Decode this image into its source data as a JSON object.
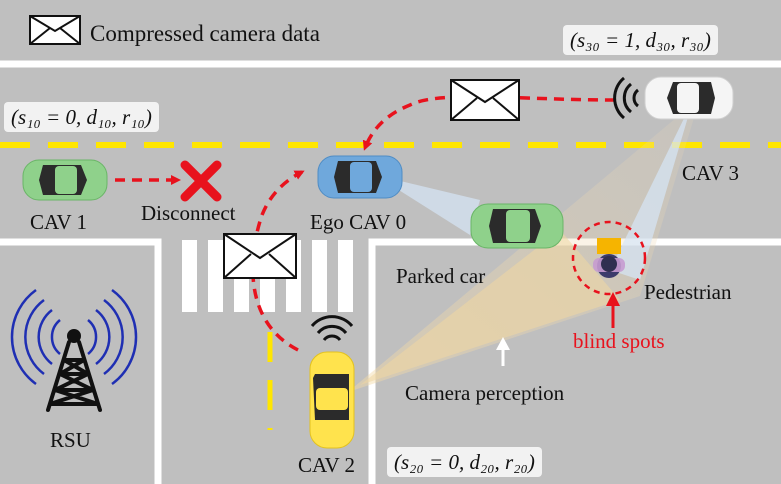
{
  "legend": {
    "text": "Compressed camera data",
    "icon": "envelope-icon"
  },
  "states": {
    "cav3": "(s₃₀ = 1, d₃₀, r₃₀)",
    "cav1": "(s₁₀ = 0, d₁₀, r₁₀)",
    "cav2": "(s₂₀ = 0, d₂₀, r₂₀)"
  },
  "labels": {
    "cav1": "CAV 1",
    "disconnect": "Disconnect",
    "ego": "Ego CAV 0",
    "cav3": "CAV 3",
    "parked": "Parked car",
    "pedestrian": "Pedestrian",
    "blind_spots": "blind spots",
    "camera_perception": "Camera perception",
    "rsu": "RSU",
    "cav2": "CAV 2"
  },
  "colors": {
    "road": "#bfbfbf",
    "lane_yellow": "#ffe600",
    "arrow_red": "#e8121d",
    "ego_car": "#6fa8dc",
    "cav_green": "#8fd18b",
    "cav2_yellow": "#ffe34d",
    "cav3_white": "#f5f5f5",
    "antenna_blue": "#1a237e"
  }
}
